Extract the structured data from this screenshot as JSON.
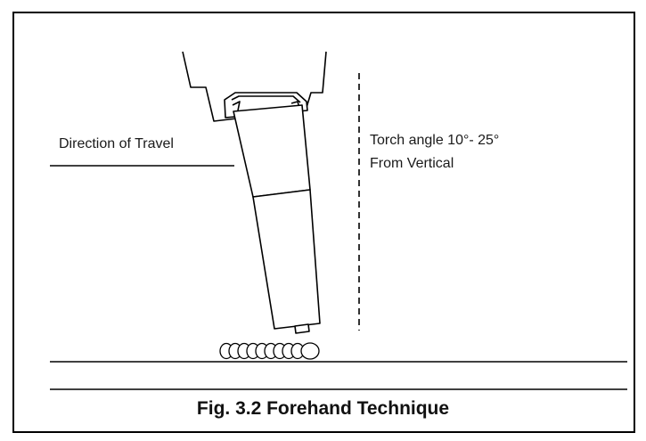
{
  "figure": {
    "direction_label": "Direction of Travel",
    "torch_angle_line1": "Torch angle 10°- 25°",
    "torch_angle_line2": "From Vertical",
    "caption": "Fig. 3.2  Forehand Technique"
  },
  "colors": {
    "line": "#000000",
    "text": "#1a1a1a",
    "background": "#ffffff"
  },
  "icons": [
    "welding-torch-icon",
    "weld-bead-icon"
  ]
}
